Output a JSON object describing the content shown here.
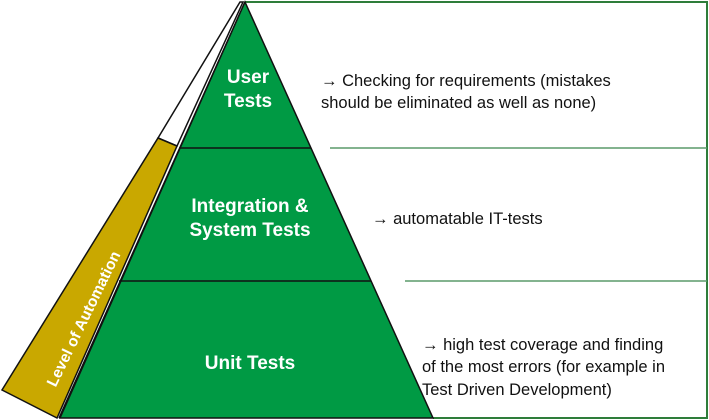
{
  "colors": {
    "pyramid_fill": "#009a44",
    "automation_fill": "#c9a800",
    "outline": "#111111",
    "box_border": "#2e7d3a",
    "divider_right": "#5a9a6a"
  },
  "automation_bar": {
    "label": "Level of Automation"
  },
  "levels": [
    {
      "id": "user",
      "label_lines": [
        "User",
        "Tests"
      ],
      "description_lines": [
        "→ Checking for requirements (mistakes",
        "should be eliminated as well as none)"
      ]
    },
    {
      "id": "integration",
      "label_lines": [
        "Integration &",
        "System Tests"
      ],
      "description_lines": [
        "→ automatable IT-tests"
      ]
    },
    {
      "id": "unit",
      "label_lines": [
        "Unit Tests"
      ],
      "description_lines": [
        "→ high test coverage and finding",
        "of the most errors (for example in",
        "Test Driven Development)"
      ]
    }
  ]
}
